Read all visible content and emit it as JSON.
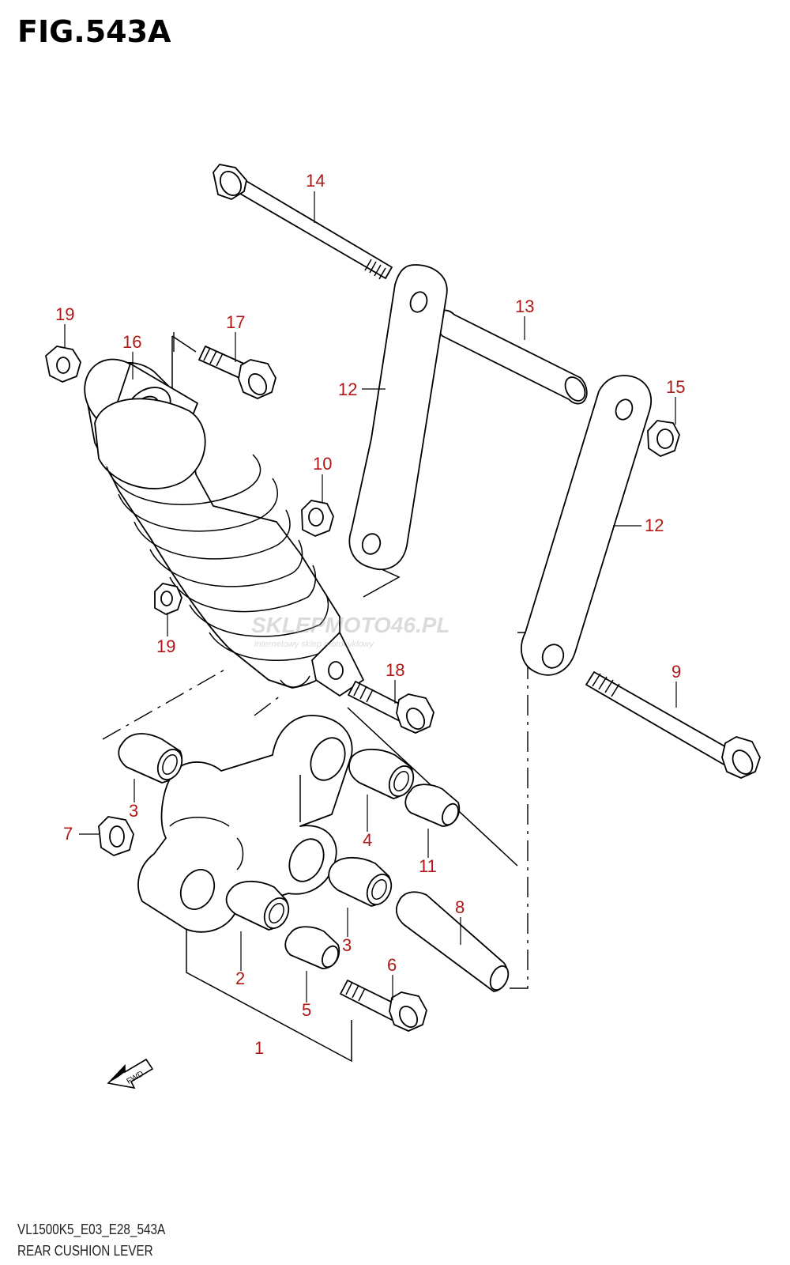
{
  "figure": {
    "title": "FIG.543A",
    "model_code": "VL1500K5_E03_E28_543A",
    "part_group": "REAR CUSHION LEVER"
  },
  "watermark": {
    "text_main": "SKLEPMOTO46.PL",
    "text_sub": "internetowy sklep motocyklowy"
  },
  "fwd_label": "FWD",
  "colors": {
    "callout": "#b01818",
    "line": "#000000"
  },
  "callouts": {
    "c1": "1",
    "c2": "2",
    "c3a": "3",
    "c3b": "3",
    "c4": "4",
    "c5": "5",
    "c6": "6",
    "c7": "7",
    "c8": "8",
    "c9": "9",
    "c10": "10",
    "c11": "11",
    "c12a": "12",
    "c12b": "12",
    "c13": "13",
    "c14": "14",
    "c15": "15",
    "c16": "16",
    "c17": "17",
    "c18": "18",
    "c19a": "19",
    "c19b": "19"
  }
}
